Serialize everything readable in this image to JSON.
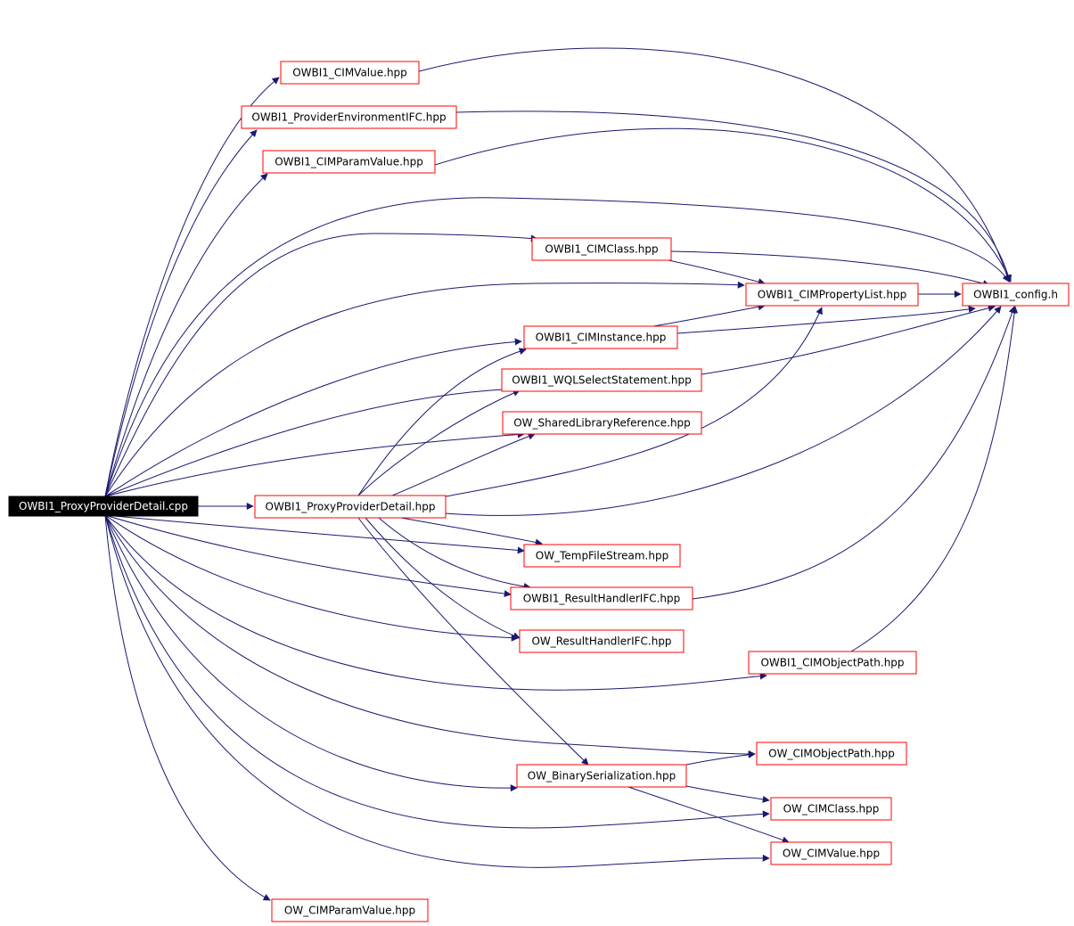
{
  "root": {
    "id": "root",
    "label": "OWBI1_ProxyProviderDetail.cpp"
  },
  "nodes": [
    {
      "id": "cimvalue_bi",
      "label": "OWBI1_CIMValue.hpp"
    },
    {
      "id": "provenv",
      "label": "OWBI1_ProviderEnvironmentIFC.hpp"
    },
    {
      "id": "paramvalue_bi",
      "label": "OWBI1_CIMParamValue.hpp"
    },
    {
      "id": "cimclass_bi",
      "label": "OWBI1_CIMClass.hpp"
    },
    {
      "id": "proplist",
      "label": "OWBI1_CIMPropertyList.hpp"
    },
    {
      "id": "config",
      "label": "OWBI1_config.h"
    },
    {
      "id": "instance",
      "label": "OWBI1_CIMInstance.hpp"
    },
    {
      "id": "wql",
      "label": "OWBI1_WQLSelectStatement.hpp"
    },
    {
      "id": "sharedlib",
      "label": "OW_SharedLibraryReference.hpp"
    },
    {
      "id": "proxyhpp",
      "label": "OWBI1_ProxyProviderDetail.hpp"
    },
    {
      "id": "tempfile",
      "label": "OW_TempFileStream.hpp"
    },
    {
      "id": "reshandler_bi",
      "label": "OWBI1_ResultHandlerIFC.hpp"
    },
    {
      "id": "reshandler_ow",
      "label": "OW_ResultHandlerIFC.hpp"
    },
    {
      "id": "objpath_bi",
      "label": "OWBI1_CIMObjectPath.hpp"
    },
    {
      "id": "objpath_ow",
      "label": "OW_CIMObjectPath.hpp"
    },
    {
      "id": "binser",
      "label": "OW_BinarySerialization.hpp"
    },
    {
      "id": "cimclass_ow",
      "label": "OW_CIMClass.hpp"
    },
    {
      "id": "cimvalue_ow",
      "label": "OW_CIMValue.hpp"
    },
    {
      "id": "paramvalue_ow",
      "label": "OW_CIMParamValue.hpp"
    }
  ],
  "edges": [
    [
      "root",
      "cimvalue_bi"
    ],
    [
      "root",
      "provenv"
    ],
    [
      "root",
      "paramvalue_bi"
    ],
    [
      "root",
      "config"
    ],
    [
      "root",
      "cimclass_bi"
    ],
    [
      "root",
      "proplist"
    ],
    [
      "root",
      "instance"
    ],
    [
      "root",
      "wql"
    ],
    [
      "root",
      "sharedlib"
    ],
    [
      "root",
      "proxyhpp"
    ],
    [
      "root",
      "tempfile"
    ],
    [
      "root",
      "reshandler_bi"
    ],
    [
      "root",
      "reshandler_ow"
    ],
    [
      "root",
      "objpath_bi"
    ],
    [
      "root",
      "objpath_ow"
    ],
    [
      "root",
      "binser"
    ],
    [
      "root",
      "cimclass_ow"
    ],
    [
      "root",
      "cimvalue_ow"
    ],
    [
      "root",
      "paramvalue_ow"
    ],
    [
      "cimvalue_bi",
      "config"
    ],
    [
      "provenv",
      "config"
    ],
    [
      "paramvalue_bi",
      "config"
    ],
    [
      "cimclass_bi",
      "config"
    ],
    [
      "cimclass_bi",
      "proplist"
    ],
    [
      "proplist",
      "config"
    ],
    [
      "instance",
      "proplist"
    ],
    [
      "instance",
      "config"
    ],
    [
      "wql",
      "config"
    ],
    [
      "proxyhpp",
      "instance"
    ],
    [
      "proxyhpp",
      "wql"
    ],
    [
      "proxyhpp",
      "sharedlib"
    ],
    [
      "proxyhpp",
      "proplist"
    ],
    [
      "proxyhpp",
      "config"
    ],
    [
      "proxyhpp",
      "tempfile"
    ],
    [
      "proxyhpp",
      "reshandler_bi"
    ],
    [
      "proxyhpp",
      "reshandler_ow"
    ],
    [
      "proxyhpp",
      "binser"
    ],
    [
      "reshandler_bi",
      "config"
    ],
    [
      "objpath_bi",
      "config"
    ],
    [
      "binser",
      "objpath_ow"
    ],
    [
      "binser",
      "cimclass_ow"
    ],
    [
      "binser",
      "cimvalue_ow"
    ]
  ],
  "colors": {
    "edge": "#191970",
    "node_border": "#ff0000",
    "root_fill": "#000000",
    "root_text": "#ffffff",
    "text": "#000000"
  }
}
